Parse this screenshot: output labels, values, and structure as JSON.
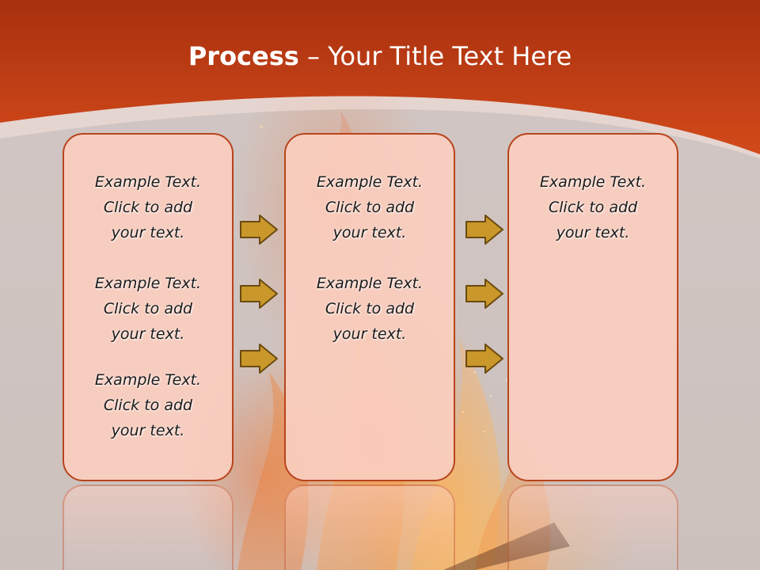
{
  "slide": {
    "title_bold": "Process",
    "title_rest": " – Your Title Text Here",
    "colors": {
      "header": "#c9441a",
      "panel_border": "#b8441c",
      "panel_fill": "#facdbe",
      "arrow_fill": "#c9972a",
      "arrow_stroke": "#6b4a10"
    }
  },
  "columns": [
    {
      "blocks": [
        {
          "line1": "Example Text.",
          "line2": "Click  to add",
          "line3": "your text."
        },
        {
          "line1": "Example Text.",
          "line2": "Click  to add",
          "line3": "your text."
        },
        {
          "line1": "Example Text.",
          "line2": "Click  to add",
          "line3": "your text."
        }
      ]
    },
    {
      "blocks": [
        {
          "line1": "Example Text.",
          "line2": "Click  to add",
          "line3": "your text."
        },
        {
          "line1": "Example Text.",
          "line2": "Click  to add",
          "line3": "your text."
        }
      ]
    },
    {
      "blocks": [
        {
          "line1": "Example Text.",
          "line2": "Click  to add",
          "line3": "your text."
        }
      ]
    }
  ],
  "arrows": {
    "icon": "right-arrow-icon",
    "count_per_gap": 3
  }
}
